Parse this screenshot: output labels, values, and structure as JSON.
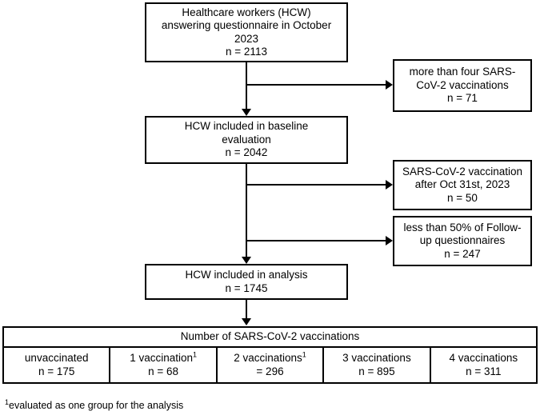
{
  "diagram": {
    "title": "CONSORT-style participant flow diagram",
    "nodes": {
      "enrollment": {
        "label": "Healthcare workers (HCW) answering questionnaire in October 2023",
        "count_label": "n = 2113",
        "text": "Healthcare workers (HCW)\nanswering questionnaire in October\n2023\nn = 2113"
      },
      "baseline": {
        "label": "HCW included in baseline evaluation",
        "count_label": "n = 2042",
        "text": "HCW included in baseline\nevaluation\nn = 2042"
      },
      "analysis": {
        "label": "HCW included in analysis",
        "count_label": "n = 1745",
        "text": "HCW included in analysis\nn = 1745"
      }
    },
    "exclusions": [
      {
        "id": "more-than-four-vaccinations",
        "label": "more than four SARS-CoV-2 vaccinations",
        "count_label": "n = 71",
        "text": "more than four SARS-\nCoV-2 vaccinations\nn = 71"
      },
      {
        "id": "vaccination-after-oct-31",
        "label": "SARS-CoV-2 vaccination after Oct 31st, 2023",
        "count_label": "n = 50",
        "text": "SARS-CoV-2 vaccination\nafter Oct 31st, 2023\nn = 50"
      },
      {
        "id": "less-than-50-percent-followup",
        "label": "less than 50% of Follow-up questionnaires",
        "count_label": "n = 247",
        "text": "less than 50% of Follow-\nup questionnaires\nn = 247"
      }
    ]
  },
  "table": {
    "header": "Number of SARS-CoV-2 vaccinations",
    "columns": [
      {
        "label": "unvaccinated",
        "footnote_marker": "",
        "count_label": "n = 175"
      },
      {
        "label": "1 vaccination",
        "footnote_marker": "1",
        "count_label": "n = 68"
      },
      {
        "label": "2 vaccinations",
        "footnote_marker": "1",
        "count_label": "= 296"
      },
      {
        "label": "3 vaccinations",
        "footnote_marker": "",
        "count_label": "n = 895"
      },
      {
        "label": "4 vaccinations",
        "footnote_marker": "",
        "count_label": "n = 311"
      }
    ]
  },
  "footnote": {
    "marker": "1",
    "text": "evaluated as one group for the analysis"
  },
  "colors": {
    "stroke": "#000000",
    "background": "#ffffff",
    "text": "#000000"
  }
}
